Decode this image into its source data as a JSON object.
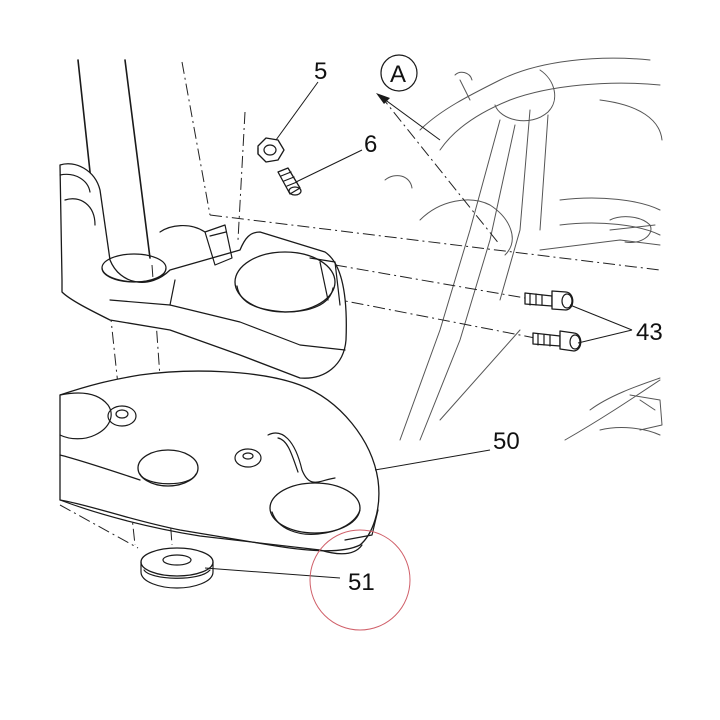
{
  "callouts": {
    "c5": "5",
    "c6": "6",
    "cA": "A",
    "c43": "43",
    "c50": "50",
    "c51": "51"
  },
  "colors": {
    "line": "#1a1a1a",
    "highlight_circle": "#d0606a",
    "background": "#ffffff"
  },
  "icons": {
    "view_marker": "circled-letter-arrow"
  }
}
